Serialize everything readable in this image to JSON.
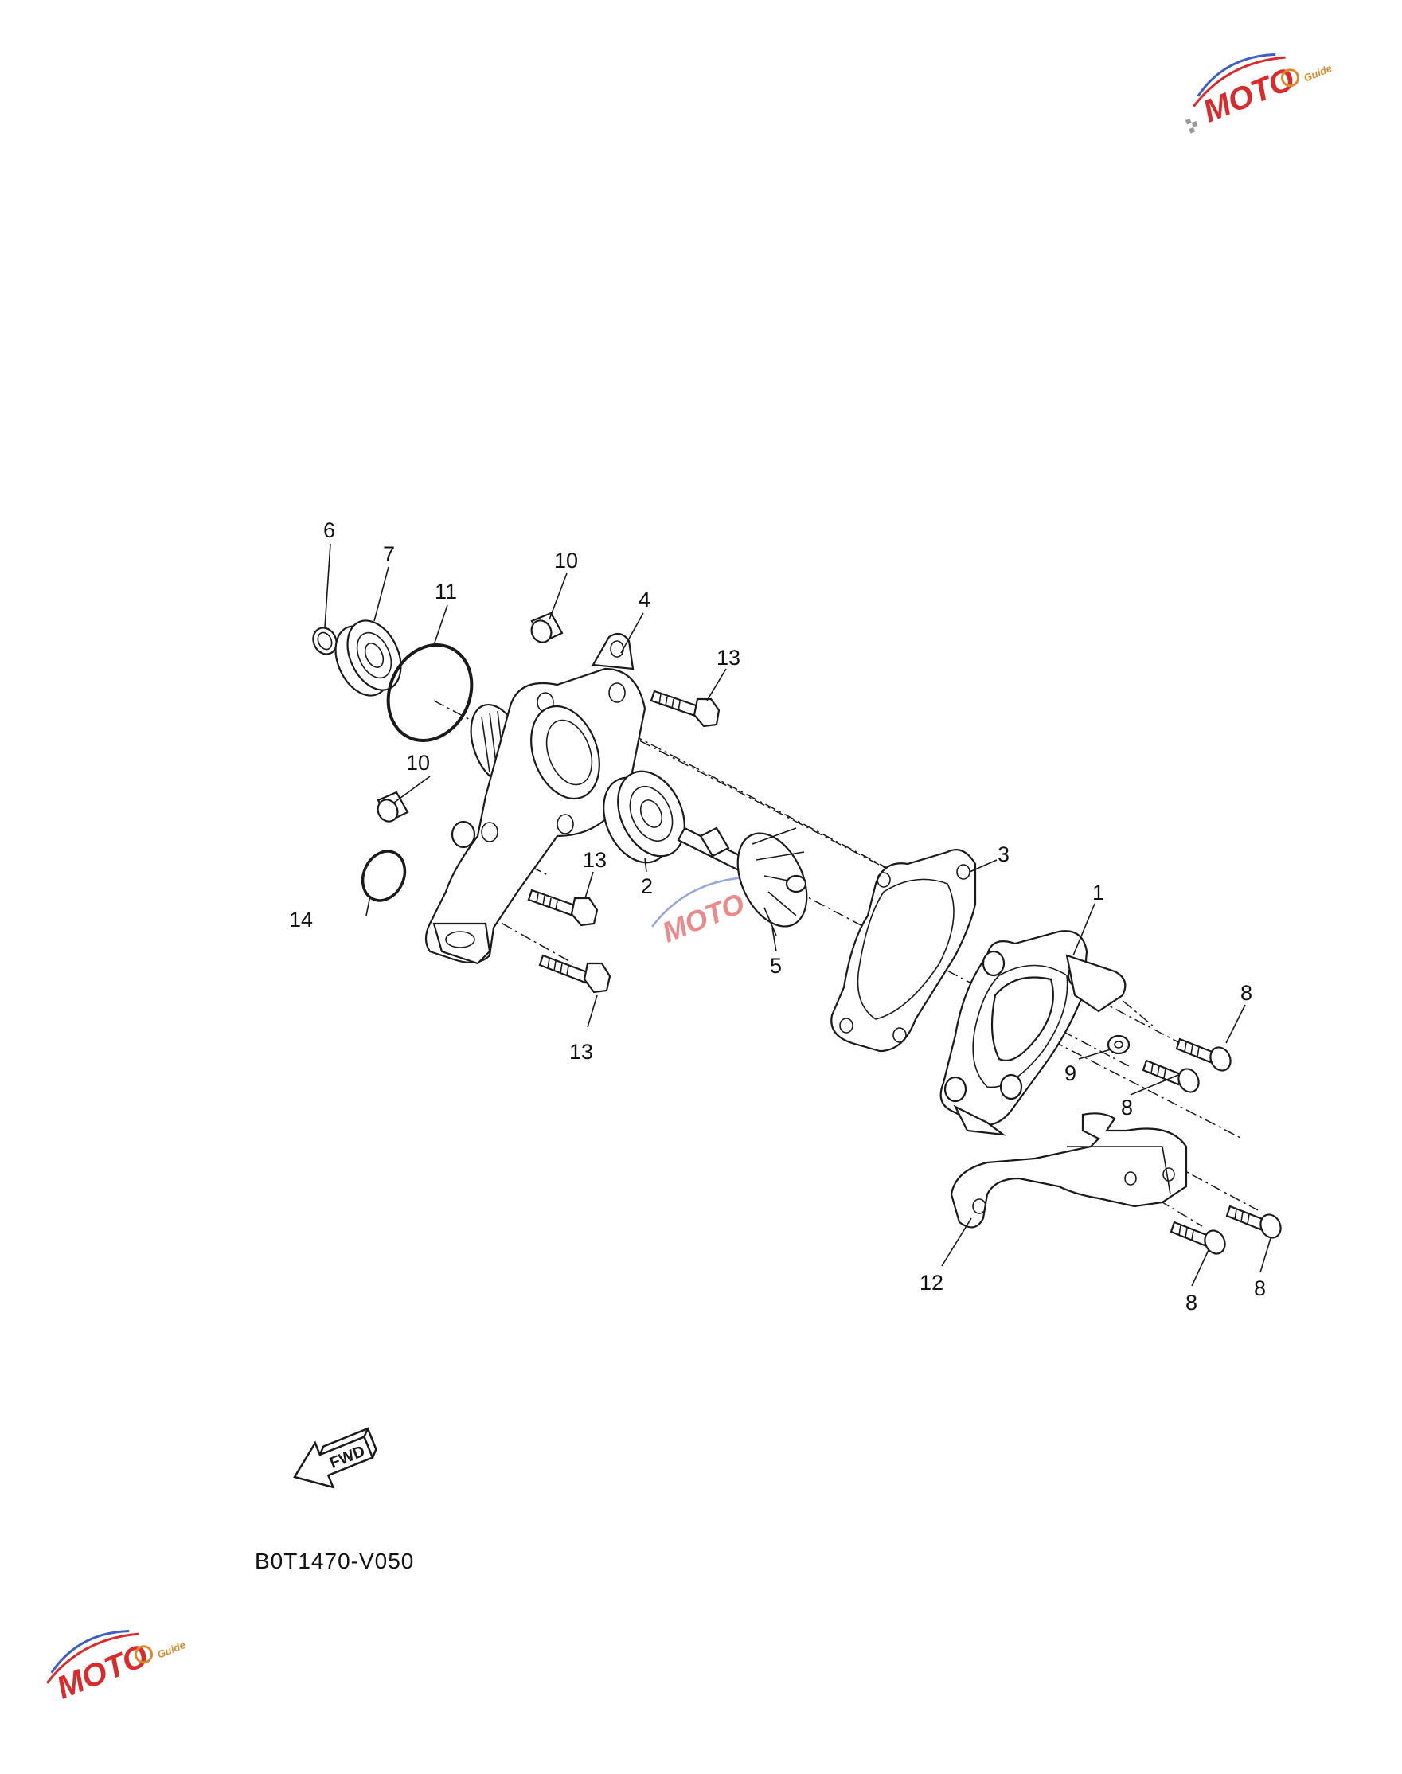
{
  "diagram": {
    "drawing_code": "B0T1470-V050",
    "fwd_label": "FWD",
    "watermark": {
      "text": "MOTO",
      "sub": "Guide",
      "color_main": "#d92b2b",
      "color_accent": "#3b5fc4"
    },
    "callouts": [
      {
        "id": "c1",
        "label": "1"
      },
      {
        "id": "c2",
        "label": "2"
      },
      {
        "id": "c3",
        "label": "3"
      },
      {
        "id": "c4",
        "label": "4"
      },
      {
        "id": "c5",
        "label": "5"
      },
      {
        "id": "c6",
        "label": "6"
      },
      {
        "id": "c7",
        "label": "7"
      },
      {
        "id": "c8a",
        "label": "8"
      },
      {
        "id": "c8b",
        "label": "8"
      },
      {
        "id": "c8c",
        "label": "8"
      },
      {
        "id": "c8d",
        "label": "8"
      },
      {
        "id": "c9",
        "label": "9"
      },
      {
        "id": "c10a",
        "label": "10"
      },
      {
        "id": "c10b",
        "label": "10"
      },
      {
        "id": "c11",
        "label": "11"
      },
      {
        "id": "c12",
        "label": "12"
      },
      {
        "id": "c13a",
        "label": "13"
      },
      {
        "id": "c13b",
        "label": "13"
      },
      {
        "id": "c13c",
        "label": "13"
      },
      {
        "id": "c14",
        "label": "14"
      }
    ]
  }
}
